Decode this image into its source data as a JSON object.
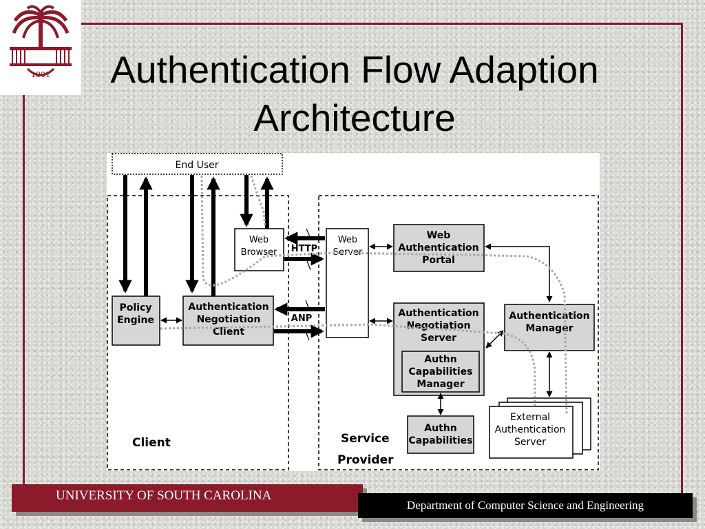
{
  "slide": {
    "title": "Authentication Flow Adaption Architecture",
    "logo": {
      "text": "1801",
      "icon": "palmetto-tree-icon"
    }
  },
  "footer": {
    "university": "UNIVERSITY OF SOUTH CAROLINA",
    "department": "Department of Computer Science and Engineering"
  },
  "diagram": {
    "end_user": "End User",
    "client_label": "Client",
    "provider_label_1": "Service",
    "provider_label_2": "Provider",
    "http_label": "HTTP",
    "anp_label": "ANP",
    "web_browser": [
      "Web",
      "Browser"
    ],
    "web_server": [
      "Web",
      "Server"
    ],
    "policy_engine": [
      "Policy",
      "Engine"
    ],
    "anc": [
      "Authentication",
      "Negotiation",
      "Client"
    ],
    "web_auth_portal": [
      "Web",
      "Authentication",
      "Portal"
    ],
    "ans": [
      "Authentication",
      "Negotiation",
      "Server"
    ],
    "acm": [
      "Authn",
      "Capabilities",
      "Manager"
    ],
    "auth_manager": [
      "Authentication",
      "Manager"
    ],
    "authn_caps": [
      "Authn",
      "Capabilities"
    ],
    "ext_server": [
      "External",
      "Authentication",
      "Server"
    ]
  },
  "colors": {
    "brand": "#8b1a2b",
    "box_fill": "#d6d6d6",
    "footer_dark": "#000000"
  }
}
